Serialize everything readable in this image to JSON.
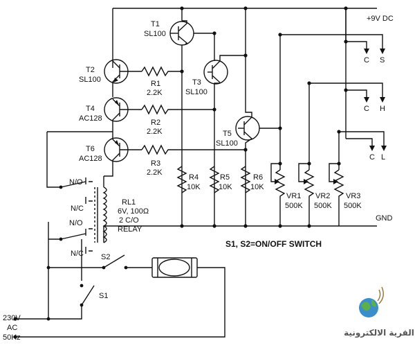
{
  "supply": {
    "label": "+9V DC"
  },
  "ground": {
    "label": "GND"
  },
  "mains": {
    "line1": "230V",
    "line2": "AC",
    "line3": "50Hz"
  },
  "transistors": [
    {
      "ref": "T1",
      "type": "SL100"
    },
    {
      "ref": "T2",
      "type": "SL100"
    },
    {
      "ref": "T3",
      "type": "SL100"
    },
    {
      "ref": "T4",
      "type": "AC128"
    },
    {
      "ref": "T5",
      "type": "SL100"
    },
    {
      "ref": "T6",
      "type": "AC128"
    }
  ],
  "resistors": [
    {
      "ref": "R1",
      "value": "2.2K"
    },
    {
      "ref": "R2",
      "value": "2.2K"
    },
    {
      "ref": "R3",
      "value": "2.2K"
    },
    {
      "ref": "R4",
      "value": "10K"
    },
    {
      "ref": "R5",
      "value": "10K"
    },
    {
      "ref": "R6",
      "value": "10K"
    }
  ],
  "presets": [
    {
      "ref": "VR1",
      "value": "500K"
    },
    {
      "ref": "VR2",
      "value": "500K"
    },
    {
      "ref": "VR3",
      "value": "500K"
    }
  ],
  "probes": [
    {
      "common": "C",
      "level": "S"
    },
    {
      "common": "C",
      "level": "H"
    },
    {
      "common": "C",
      "level": "L"
    }
  ],
  "relay": {
    "ref": "RL1",
    "spec": "6V, 100Ω",
    "contacts": "2 C/O",
    "type": "RELAY",
    "no_label": "N/O",
    "nc_label": "N/C"
  },
  "switches": {
    "s1": "S1",
    "s2": "S2",
    "note": "S1, S2=ON/OFF SWITCH"
  },
  "logo": {
    "text": "القرية الالكترونية"
  }
}
